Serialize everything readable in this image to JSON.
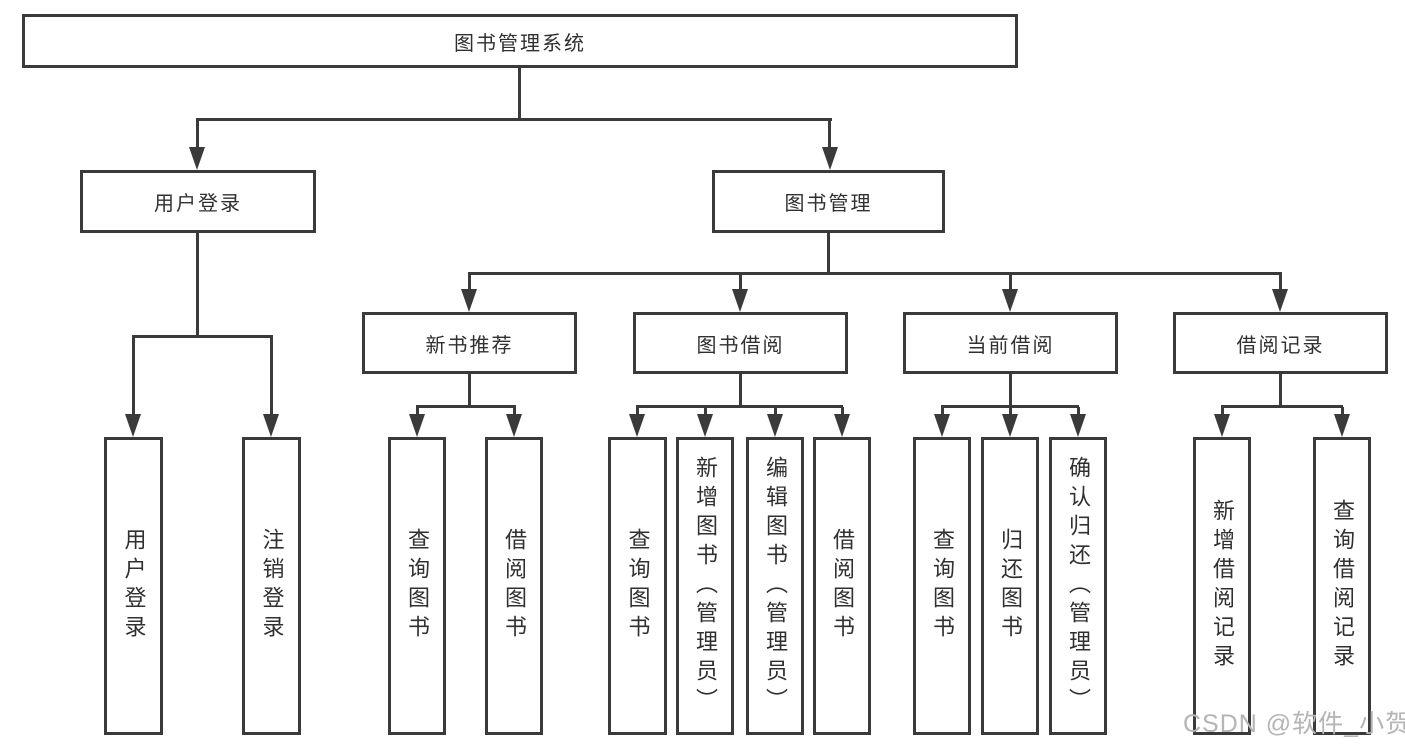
{
  "diagram": {
    "type": "hierarchy-flowchart",
    "tree": {
      "root": "图书管理系统",
      "user_login": {
        "label": "用户登录",
        "children": [
          "用户登录",
          "注销登录"
        ]
      },
      "book_management": {
        "label": "图书管理",
        "sections": [
          {
            "label": "新书推荐",
            "children": [
              "查询图书",
              "借阅图书"
            ]
          },
          {
            "label": "图书借阅",
            "children": [
              "查询图书",
              "新增图书（管理员）",
              "编辑图书（管理员）",
              "借阅图书"
            ]
          },
          {
            "label": "当前借阅",
            "children": [
              "查询图书",
              "归还图书",
              "确认归还（管理员）"
            ]
          },
          {
            "label": "借阅记录",
            "children": [
              "新增借阅记录",
              "查询借阅记录"
            ]
          }
        ]
      }
    },
    "colors": {
      "line": "#3a3a3a",
      "text": "#303030",
      "background": "#ffffff",
      "watermark_text_color": "#b5b5b5"
    }
  },
  "watermark": "CSDN @软件_小贺同学"
}
